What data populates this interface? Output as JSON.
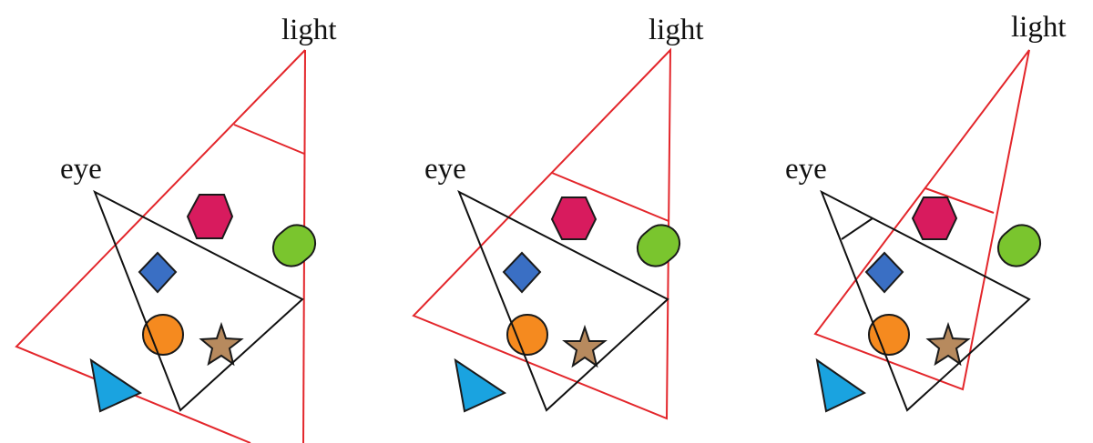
{
  "labels": {
    "light": "light",
    "eye": "eye"
  },
  "colors": {
    "light_frustum": "#e3262b",
    "eye_frustum": "#111111",
    "outline": "#1a1a1a",
    "hexagon": "#d81b5e",
    "pill": "#7ac52e",
    "diamond": "#3a6fc4",
    "circle": "#f58a1f",
    "star": "#b78a5e",
    "triangle": "#1aa3e0"
  },
  "panels": [
    {
      "light_label": "light",
      "eye_label": "eye"
    },
    {
      "light_label": "light",
      "eye_label": "eye"
    },
    {
      "light_label": "light",
      "eye_label": "eye"
    }
  ]
}
